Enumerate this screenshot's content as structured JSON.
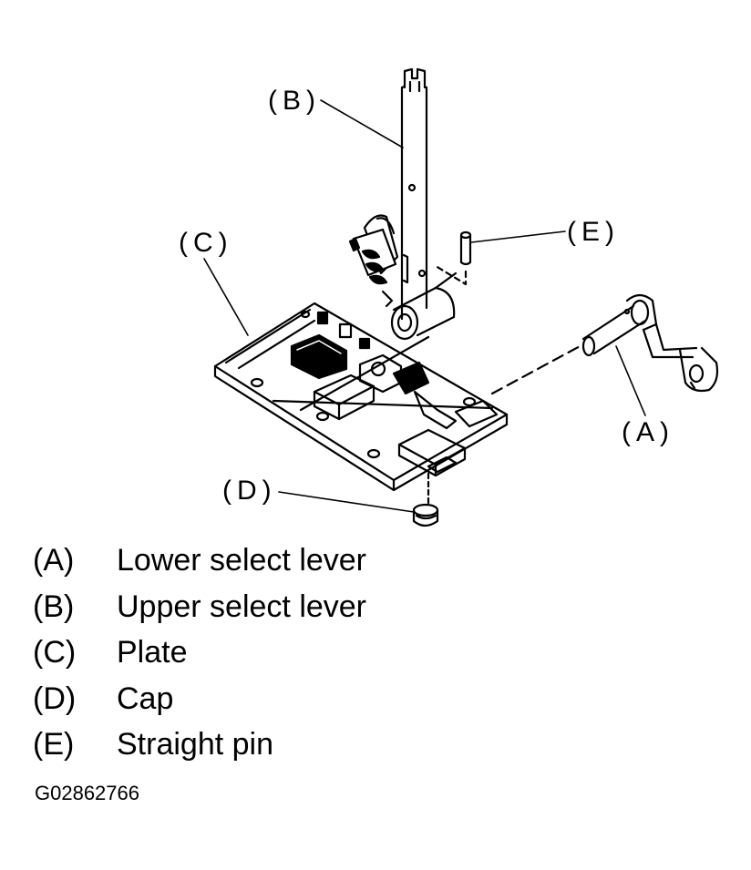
{
  "callouts": {
    "a": "(A)",
    "b": "(B)",
    "c": "(C)",
    "d": "(D)",
    "e": "(E)"
  },
  "legend": [
    {
      "key": "(A)",
      "text": "Lower select lever"
    },
    {
      "key": "(B)",
      "text": "Upper select lever"
    },
    {
      "key": "(C)",
      "text": "Plate"
    },
    {
      "key": "(D)",
      "text": "Cap"
    },
    {
      "key": "(E)",
      "text": "Straight pin"
    }
  ],
  "figure_id": "G02862766"
}
